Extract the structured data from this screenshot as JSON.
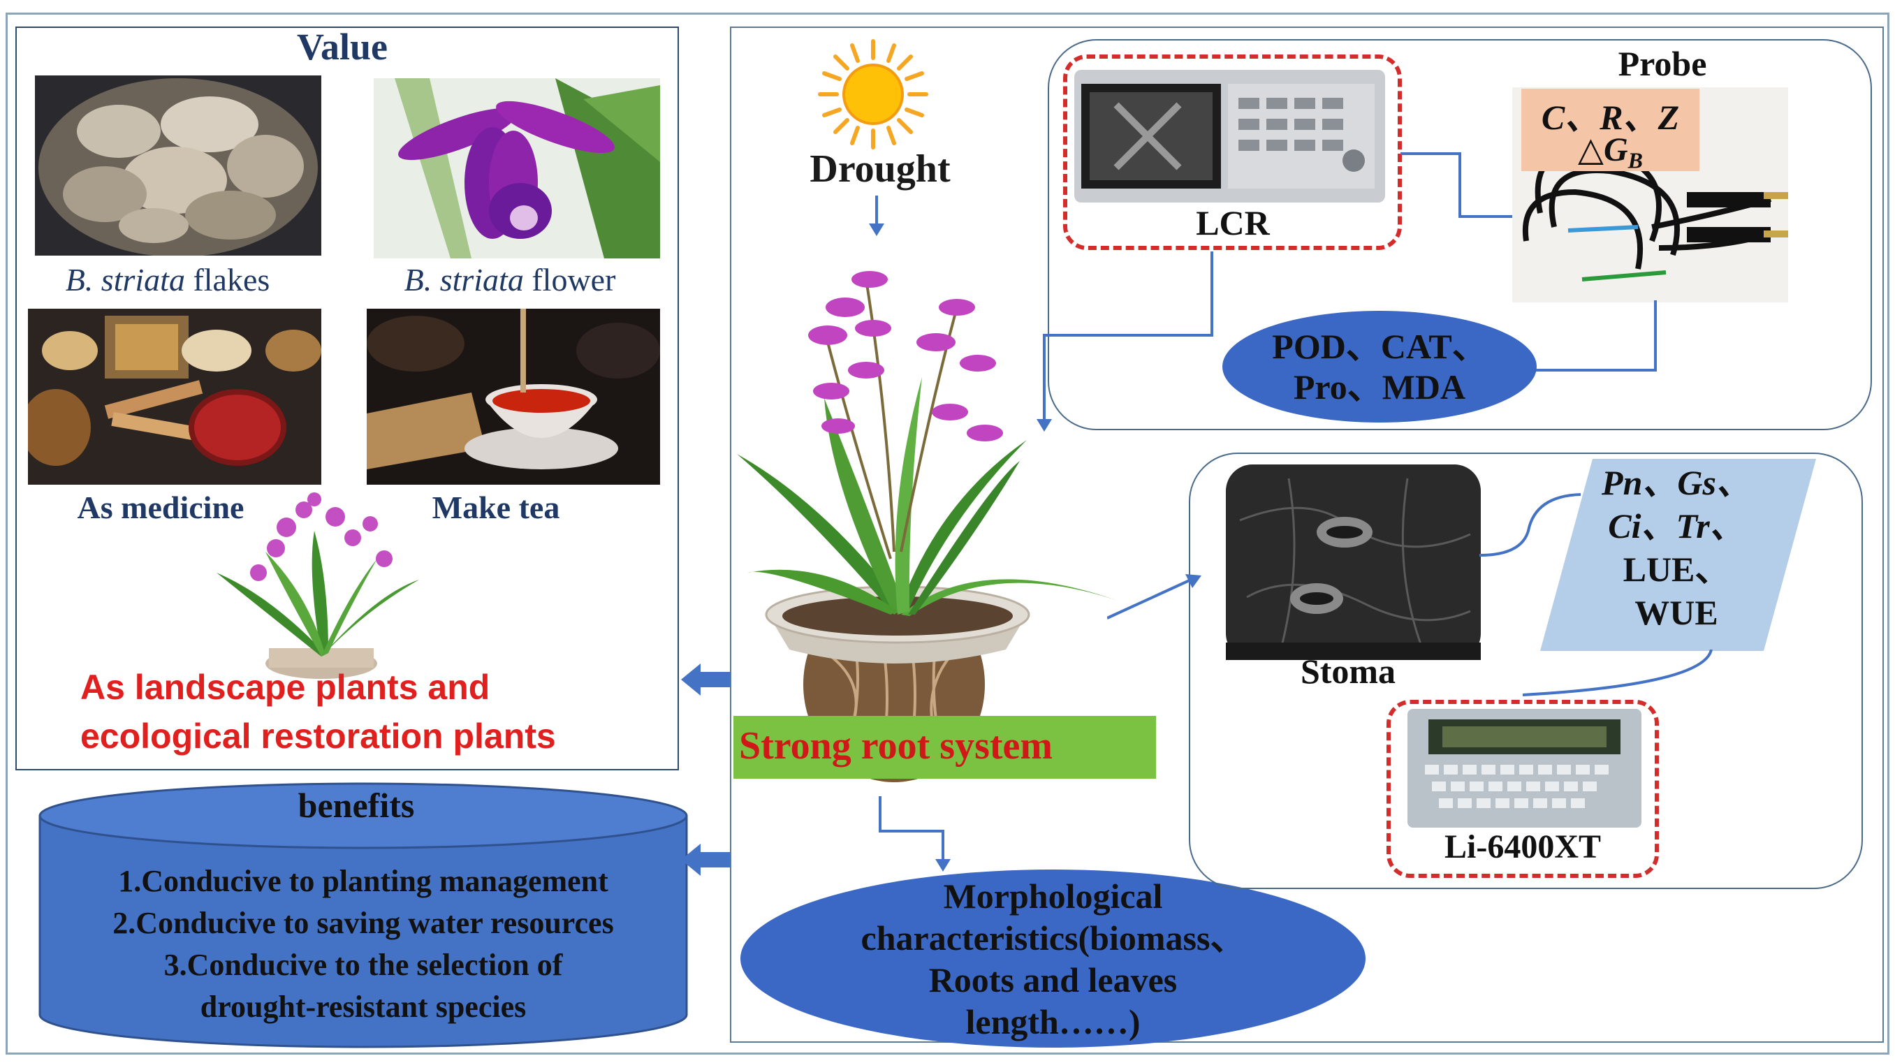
{
  "value_panel": {
    "title": "Value",
    "items": [
      {
        "species": "B. striata",
        "rest": " flakes"
      },
      {
        "species": "B. striata",
        "rest": " flower"
      },
      {
        "label": "As medicine"
      },
      {
        "label": "Make tea"
      }
    ],
    "landscape_line1": "As landscape plants and",
    "landscape_line2": "ecological restoration plants"
  },
  "benefits": {
    "title": "benefits",
    "lines": [
      "1.Conducive to planting management",
      "2.Conducive to saving water resources",
      "3.Conducive to the selection of",
      "drought-resistant species"
    ]
  },
  "center": {
    "drought_label": "Drought",
    "root_label": "Strong root system",
    "morph_lines": [
      "Morphological",
      "characteristics(biomass、",
      "Roots and leaves",
      "length……)"
    ]
  },
  "top_panel": {
    "lcr_label": "LCR",
    "probe_label": "Probe",
    "probe_params_line1": "C、R、Z",
    "probe_params_line2": "△G",
    "probe_params_sub": "B",
    "enzymes_line1": "POD、CAT、",
    "enzymes_line2": "Pro、MDA"
  },
  "bottom_panel": {
    "stoma_label": "Stoma",
    "params_lines": [
      "Pn、Gs、",
      "Ci、Tr、",
      "LUE、",
      "WUE"
    ],
    "device_label": "Li-6400XT"
  },
  "colors": {
    "navy": "#1f3864",
    "ellipse_blue": "#3a68c4",
    "cylinder_blue": "#4472c4",
    "green_band": "#7cc242",
    "dash_red": "#d42b2b",
    "param_box": "#b4cde8",
    "probe_box": "#f5c5a8",
    "landscape_red": "#e0201e",
    "root_text_red": "#d01818"
  }
}
